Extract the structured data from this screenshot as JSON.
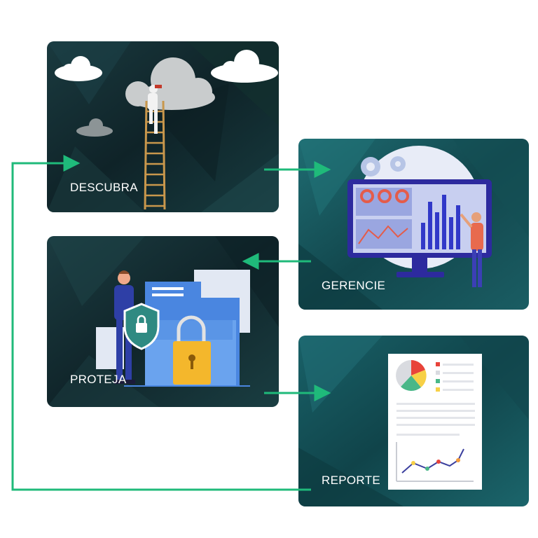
{
  "steps": {
    "descubra": {
      "label": "DESCUBRA"
    },
    "gerencie": {
      "label": "GERENCIE"
    },
    "proteja": {
      "label": "PROTEJA"
    },
    "reporte": {
      "label": "REPORTE"
    }
  },
  "colors": {
    "card_bg_dark": "#11262c",
    "card_bg_teal": "#16626a",
    "arrow": "#1fba7a",
    "label_text": "#ffffff"
  }
}
